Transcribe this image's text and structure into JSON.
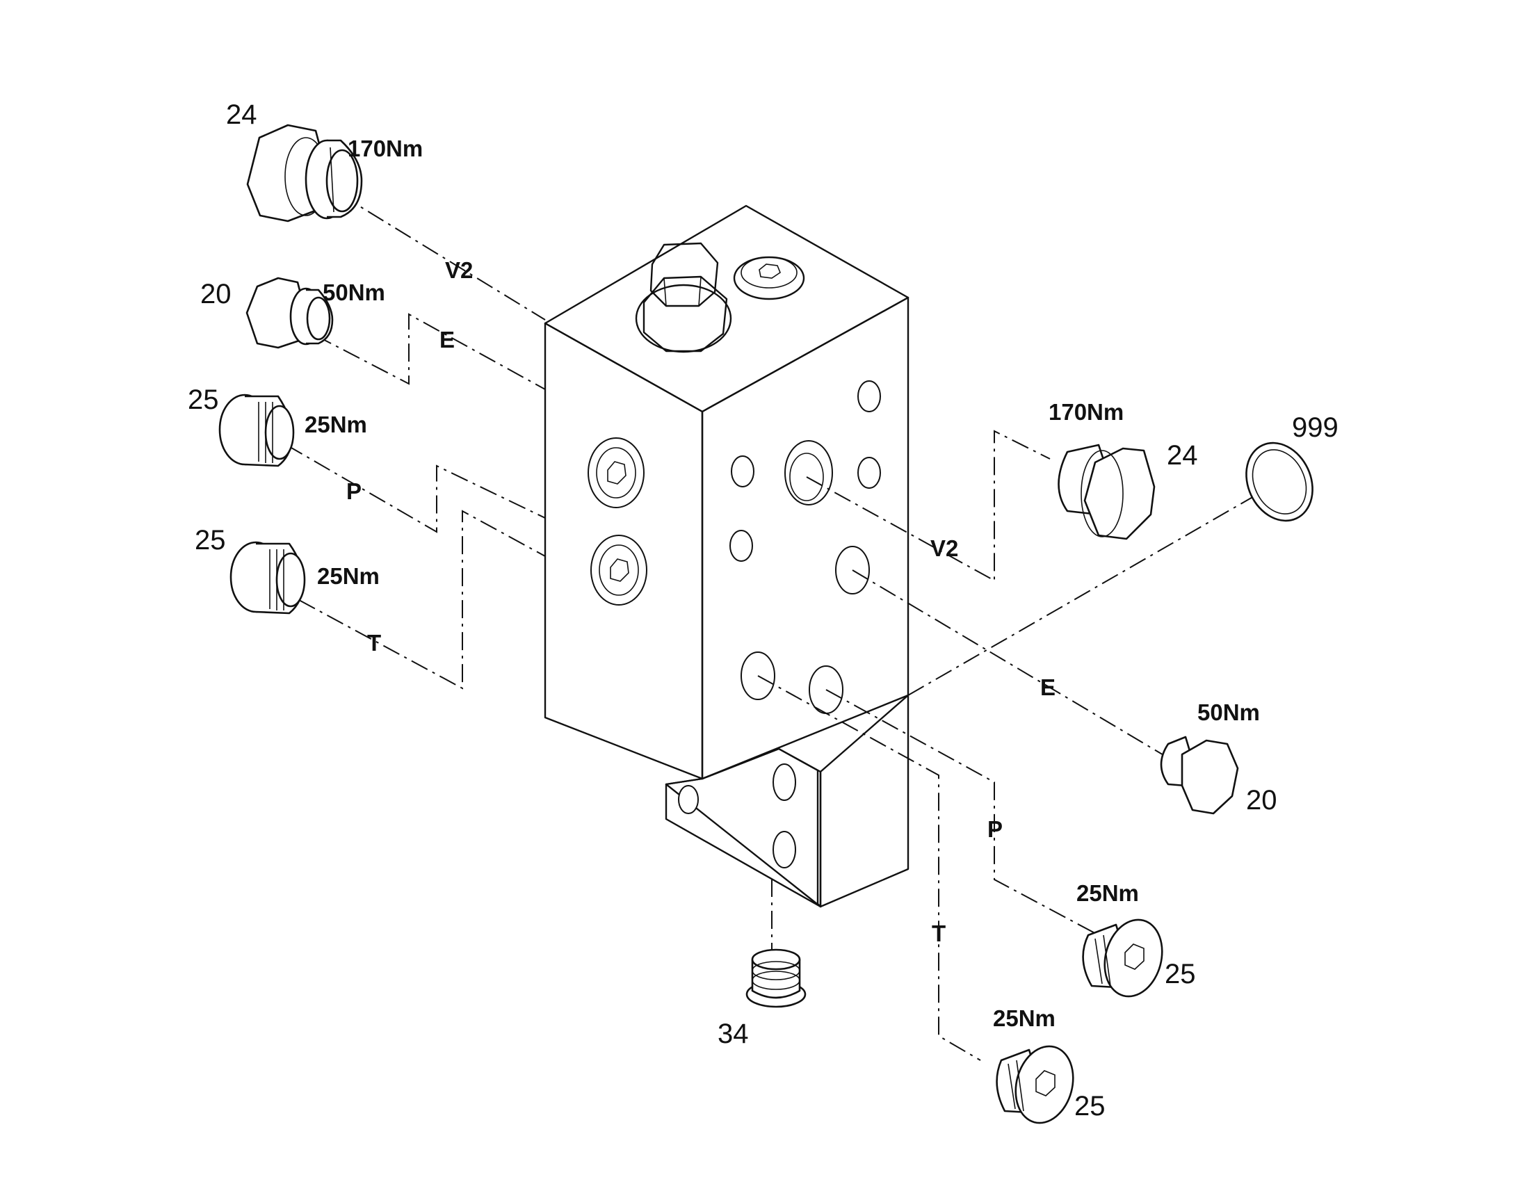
{
  "callouts": {
    "plug_24_left": "24",
    "plug_20_left": "20",
    "plug_25_left_p": "25",
    "plug_25_left_t": "25",
    "plug_24_right": "24",
    "seal_999": "999",
    "plug_20_right": "20",
    "plug_25_right_p": "25",
    "plug_25_right_t": "25",
    "plug_34": "34"
  },
  "torques": {
    "left_24": "170Nm",
    "left_20": "50Nm",
    "left_25_p": "25Nm",
    "left_25_t": "25Nm",
    "right_24": "170Nm",
    "right_20": "50Nm",
    "right_25_p": "25Nm",
    "right_25_t": "25Nm"
  },
  "ports": {
    "left_v2": "V2",
    "left_e": "E",
    "left_p": "P",
    "left_t": "T",
    "right_v2": "V2",
    "right_e": "E",
    "right_p": "P",
    "right_t": "T"
  }
}
